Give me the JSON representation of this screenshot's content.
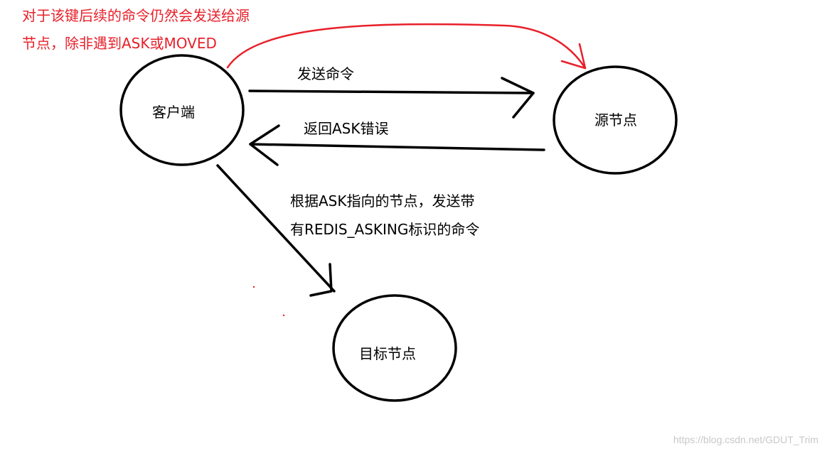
{
  "note": {
    "line1": "对于该键后续的命令仍然会发送给源",
    "line2": "节点，除非遇到ASK或MOVED",
    "color": "#e8202a"
  },
  "nodes": {
    "client": "客户端",
    "source": "源节点",
    "target": "目标节点"
  },
  "edges": {
    "send_command": "发送命令",
    "return_ask": "返回ASK错误",
    "redirect_line1": "根据ASK指向的节点，发送带",
    "redirect_line2": "有REDIS_ASKING标识的命令"
  },
  "watermark": "https://blog.csdn.net/GDUT_Trim"
}
